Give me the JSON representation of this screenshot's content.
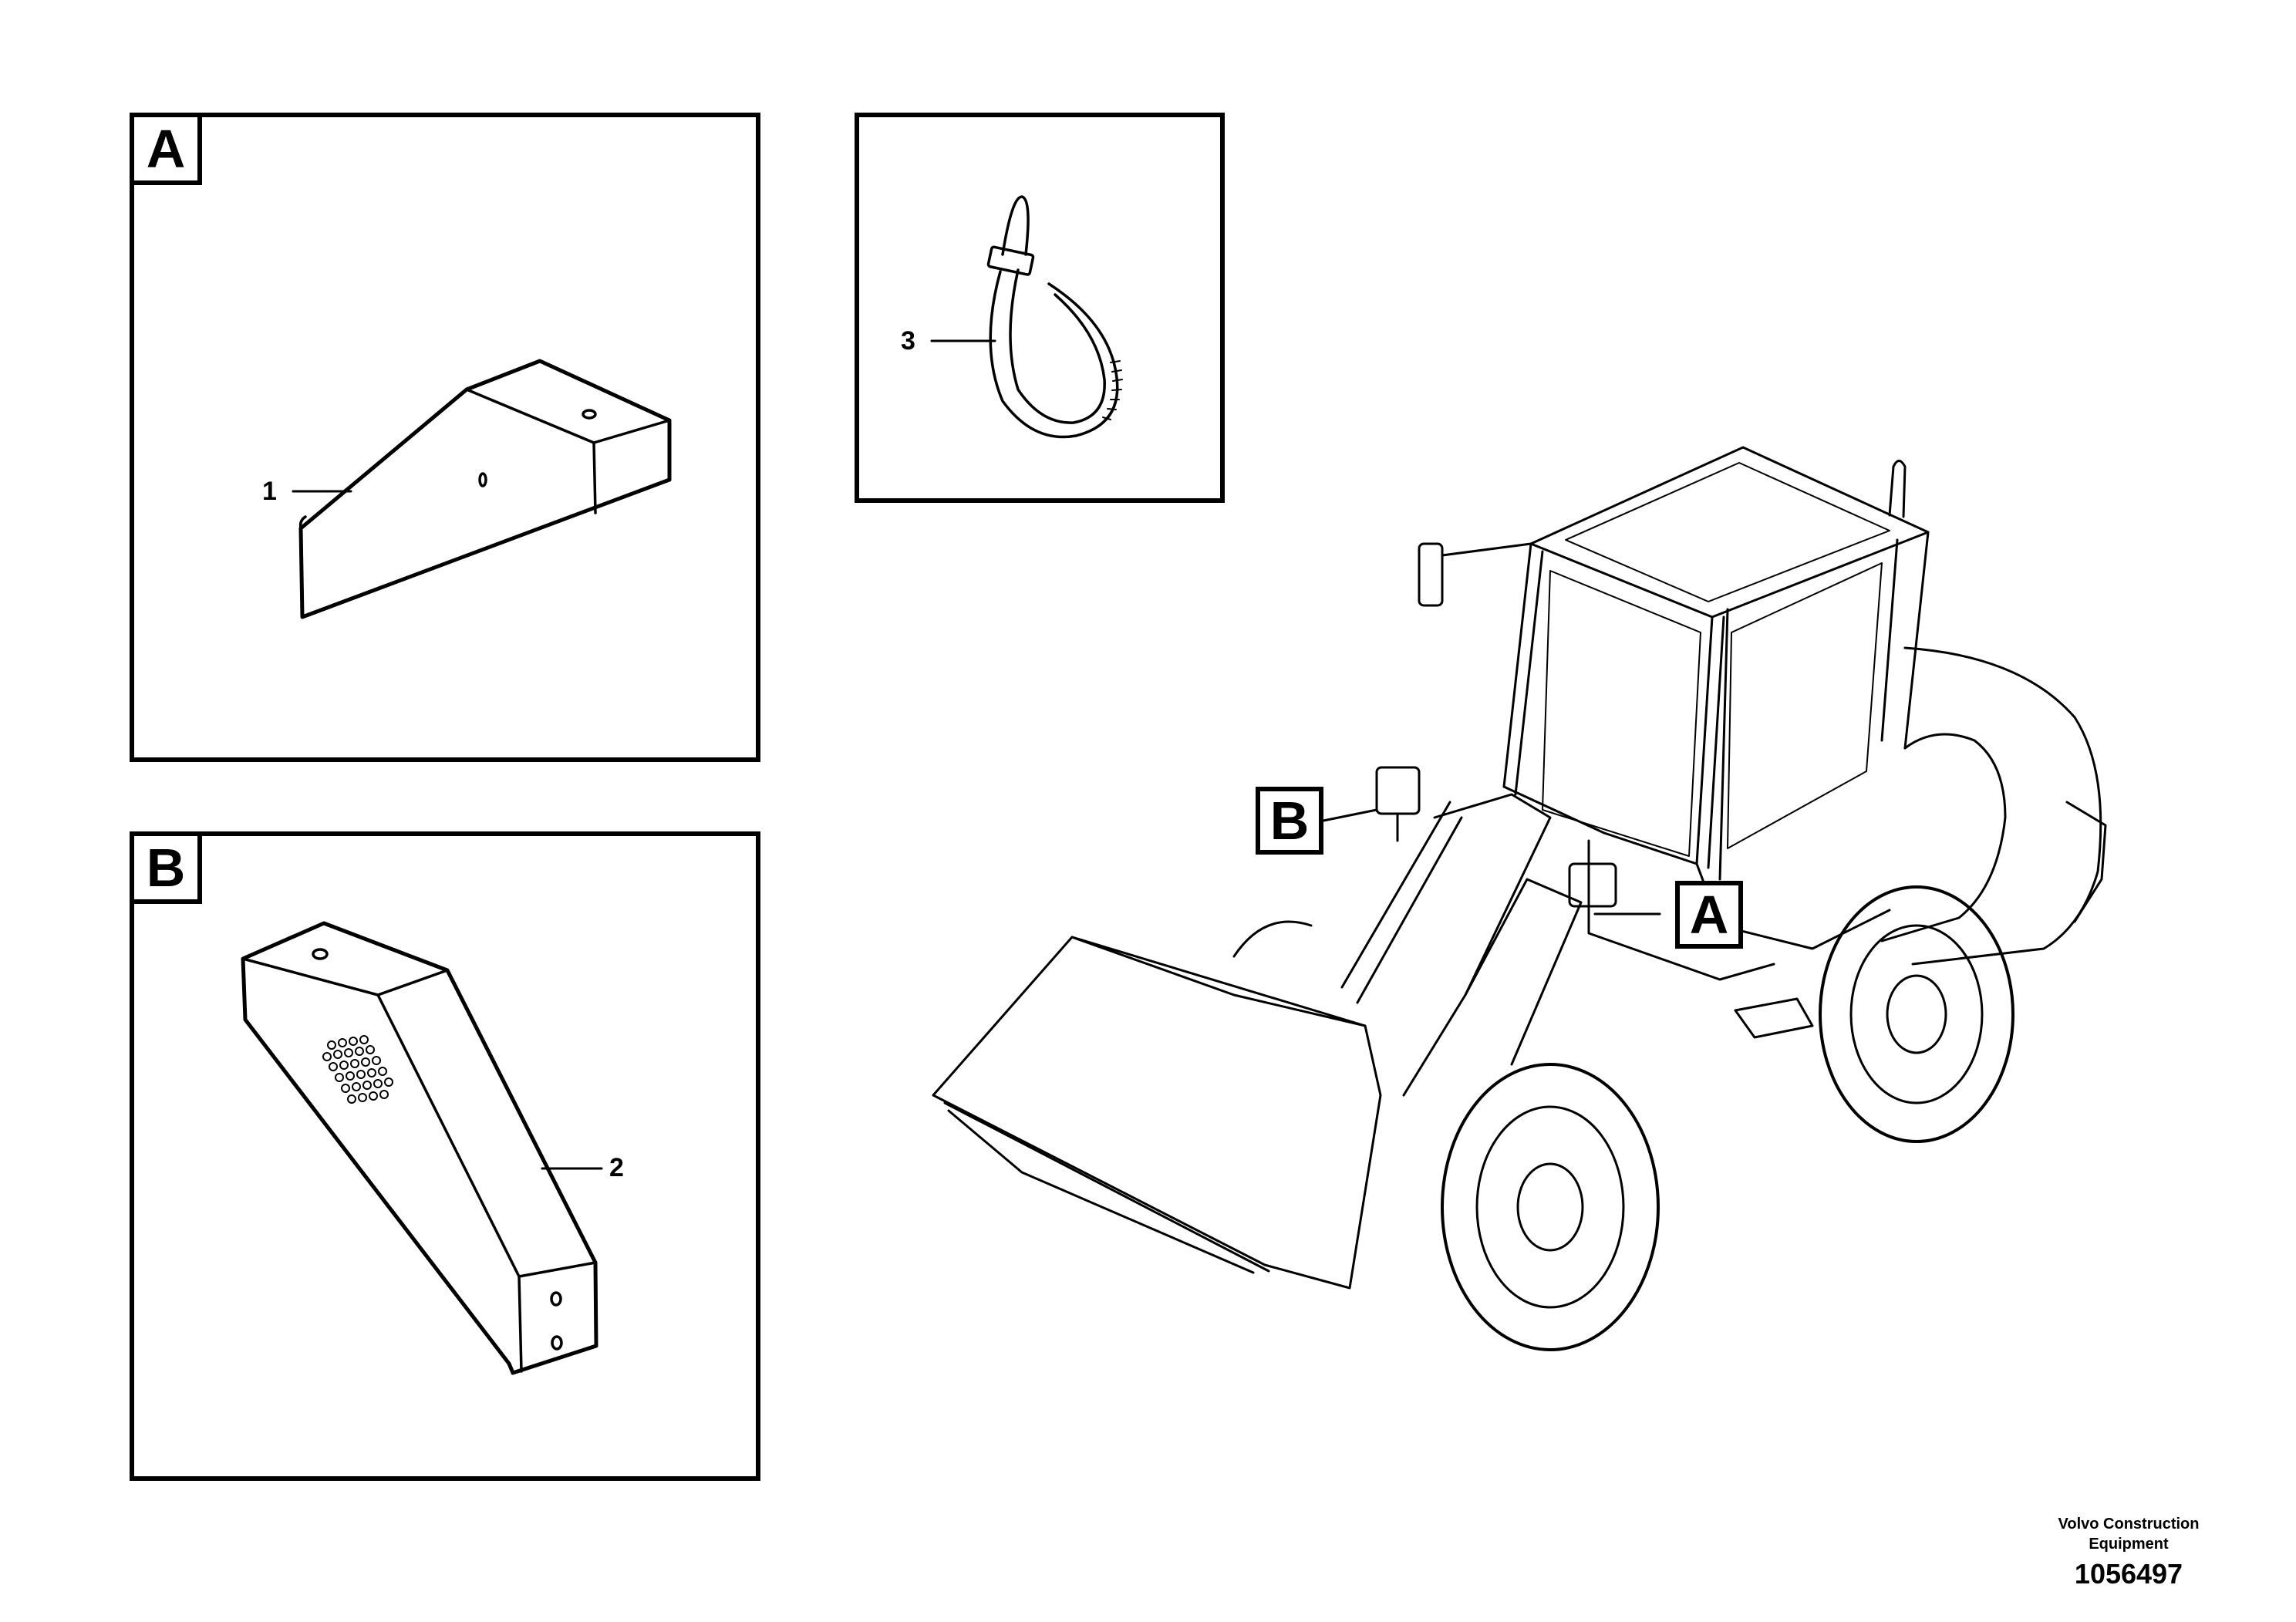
{
  "detail_views": [
    {
      "tag": "A",
      "part_label": "1",
      "part": "cover"
    },
    {
      "tag": "B",
      "part_label": "2",
      "part": "cover"
    },
    {
      "tag": "",
      "part_label": "3",
      "part": "cable-tie"
    }
  ],
  "callouts": {
    "a": "A",
    "b": "B"
  },
  "footer": {
    "maker_line1": "Volvo Construction",
    "maker_line2": "Equipment",
    "ref_number": "1056497"
  }
}
